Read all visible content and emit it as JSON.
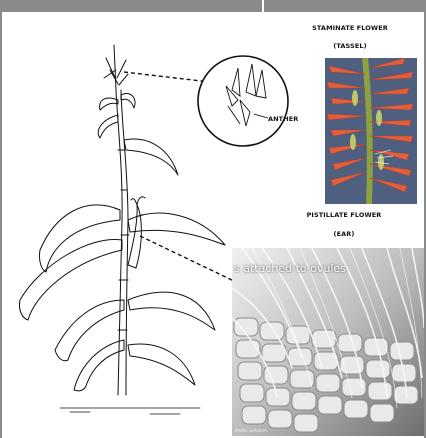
{
  "labels": {
    "staminate_flower": "STAMINATE FLOWER",
    "tassel": "(TASSEL)",
    "anther": "ANTHER",
    "pistillate_flower": "PISTILLATE FLOWER",
    "ear": "(EAR)"
  },
  "silk_photo": {
    "caption": "s attached to ovules",
    "credit": "Photo: SLAstore"
  },
  "colors": {
    "frame": "#8a8a8a",
    "ink": "#111111",
    "tassel_background": "#5a6b8c",
    "tassel_spikelet": "#e0603e",
    "tassel_stem": "#8ea040",
    "silk": "#d8d8d8"
  }
}
